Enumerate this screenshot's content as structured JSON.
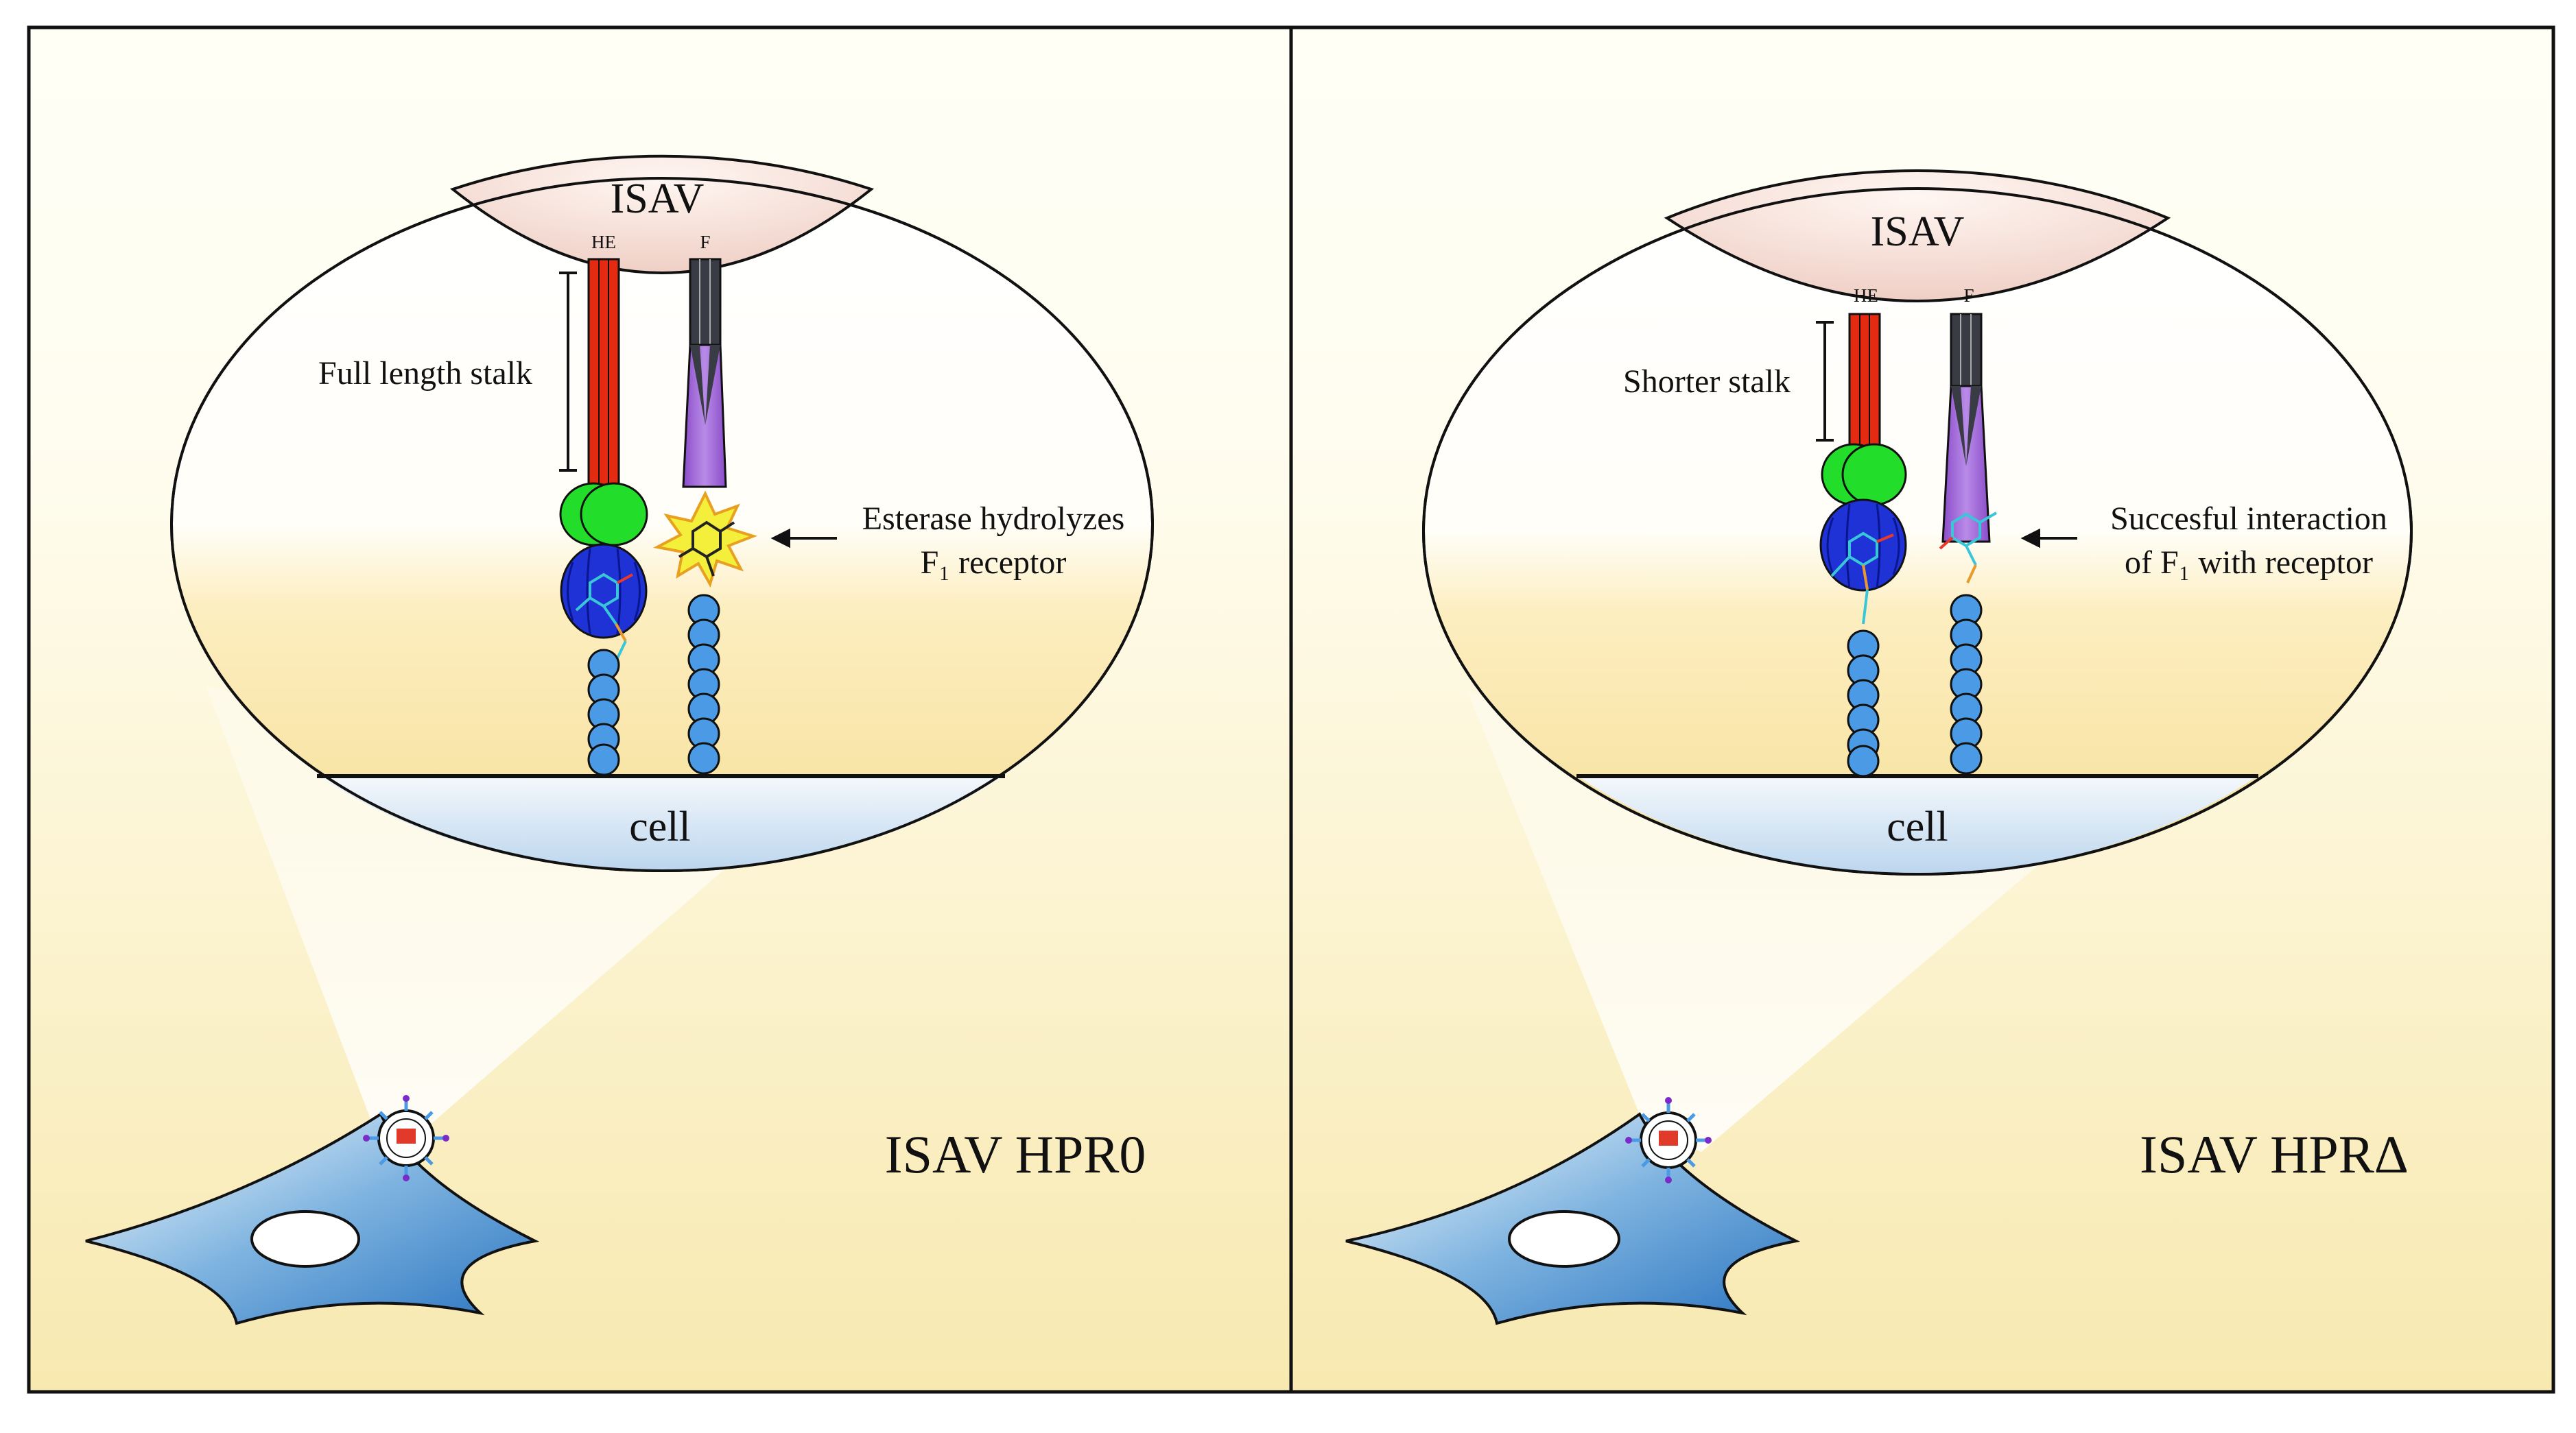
{
  "panels": [
    {
      "virus_label": "ISAV",
      "he_label": "HE",
      "f_label": "F",
      "stalk_label": "Full length stalk",
      "annotation_lines": [
        "Esterase hydrolyzes",
        "F₁ receptor"
      ],
      "cell_label": "cell",
      "title": "ISAV HPR0"
    },
    {
      "virus_label": "ISAV",
      "he_label": "HE",
      "f_label": "F",
      "stalk_label": "Shorter stalk",
      "annotation_lines": [
        "Succesful interaction",
        "of F₁ with receptor"
      ],
      "cell_label": "cell",
      "title": "ISAV HPRΔ"
    }
  ],
  "colors": {
    "panel_bg_top": "#fffff4",
    "panel_bg_bottom": "#f8eab2",
    "virion_fill": "#f6dfd9",
    "cell_membrane": "#d4e4f2",
    "he_stalk": "#e42b12",
    "f_stalk_dark": "#3a3c45",
    "f_stalk_purple": "#a066d8",
    "he_head_green": "#22dd2a",
    "esterase_blue": "#1f32d6",
    "receptor_blue": "#4a9ae6",
    "cell_blue": "#2f80c8",
    "burst_yellow": "#f3ef3a"
  },
  "icons": [
    "virion-icon",
    "cell-icon",
    "nucleus-icon",
    "burst-icon",
    "sialic-acid-ligand-icon"
  ]
}
